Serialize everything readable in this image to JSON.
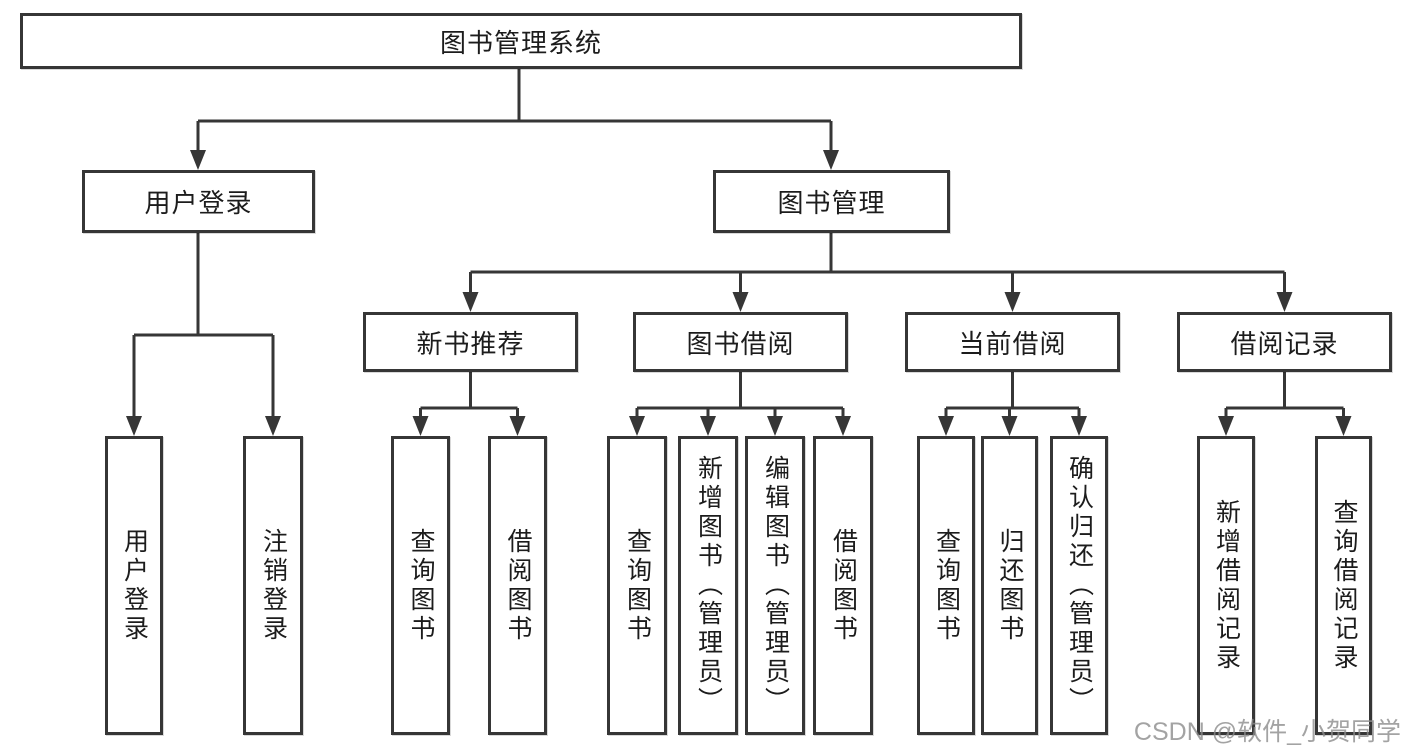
{
  "nodes": {
    "root": {
      "label": "图书管理系统"
    },
    "level2": [
      {
        "label": "用户登录"
      },
      {
        "label": "图书管理"
      }
    ],
    "level3": [
      {
        "label": "新书推荐"
      },
      {
        "label": "图书借阅"
      },
      {
        "label": "当前借阅"
      },
      {
        "label": "借阅记录"
      }
    ],
    "leaf_groups": [
      {
        "parent": "用户登录",
        "items": [
          "用户登录",
          "注销登录"
        ]
      },
      {
        "parent": "新书推荐",
        "items": [
          "查询图书",
          "借阅图书"
        ]
      },
      {
        "parent": "图书借阅",
        "items": [
          "查询图书",
          "新增图书（管理员）",
          "编辑图书（管理员）",
          "借阅图书"
        ]
      },
      {
        "parent": "当前借阅",
        "items": [
          "查询图书",
          "归还图书",
          "确认归还（管理员）"
        ]
      },
      {
        "parent": "借阅记录",
        "items": [
          "新增借阅记录",
          "查询借阅记录"
        ]
      }
    ]
  },
  "watermark": {
    "text": "CSDN @软件_小贺同学"
  },
  "colors": {
    "line": "#363636",
    "text": "#1c1c1c",
    "box_background": "#ffffff",
    "page_background": "#ffffff",
    "watermark": "#8c8c8c"
  }
}
